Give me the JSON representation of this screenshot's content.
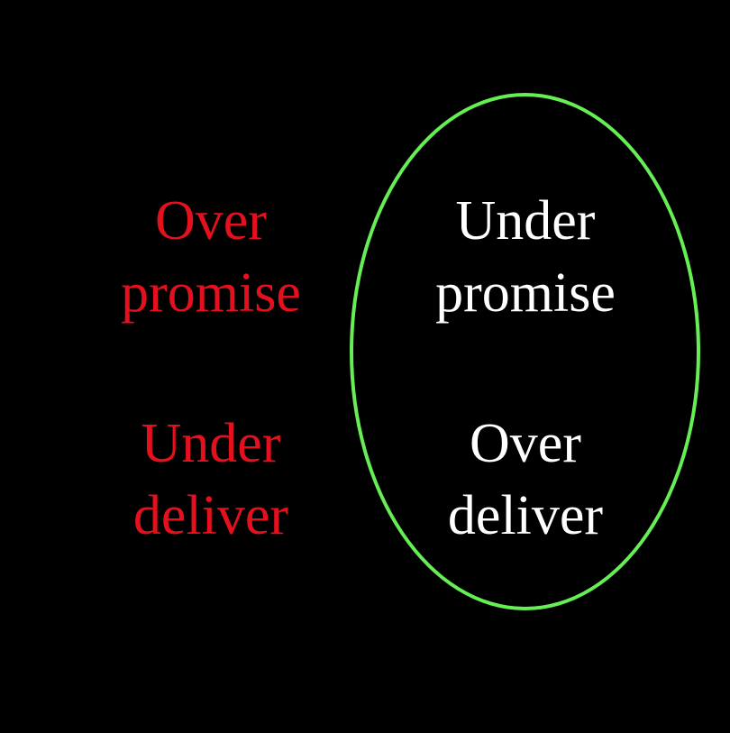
{
  "colors": {
    "background": "#000000",
    "bad": "#e5101e",
    "good": "#ffffff",
    "highlight_outline": "#66ee55"
  },
  "left": {
    "first": {
      "line1": "Over",
      "line2": "promise"
    },
    "second": {
      "line1": "Under",
      "line2": "deliver"
    }
  },
  "right": {
    "first": {
      "line1": "Under",
      "line2": "promise"
    },
    "second": {
      "line1": "Over",
      "line2": "deliver"
    }
  }
}
